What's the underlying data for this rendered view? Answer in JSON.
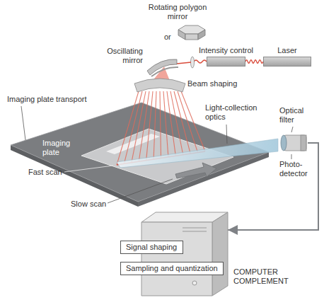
{
  "diagram": {
    "nodes": [
      {
        "text": [
          "Intensity control"
        ]
      },
      {
        "text": [
          "Laser"
        ]
      },
      {
        "text": [
          "Optical filter",
          "Photo-detector"
        ]
      },
      {
        "text": [
          "COMPUTER COMPLEMENT"
        ]
      },
      {
        "text": [
          "Signal shaping"
        ],
        "in": 3
      },
      {
        "text": [
          "Sampling and quantization"
        ],
        "in": 3
      }
    ],
    "edges": [
      {
        "from": 1,
        "to": 0,
        "arrow": "none"
      },
      {
        "from": 2,
        "to": 3,
        "arrow": "to"
      }
    ],
    "labels": [
      "Rotating polygon mirror",
      "or",
      "Oscillating mirror",
      "Beam shaping",
      "Imaging plate transport",
      "Imaging plate",
      "Light-collection optics",
      "Fast scan",
      "Slow scan"
    ]
  }
}
